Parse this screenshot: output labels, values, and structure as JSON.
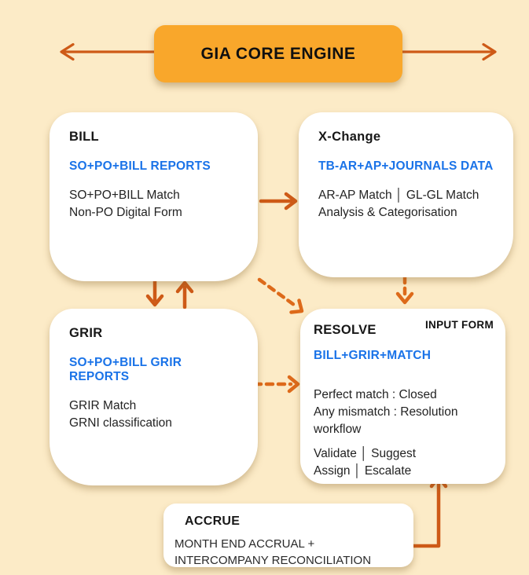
{
  "header": {
    "title": "GIA CORE ENGINE"
  },
  "boxes": {
    "bill": {
      "title": "BILL",
      "subtitle": "SO+PO+BILL REPORTS",
      "lines": [
        "SO+PO+BILL Match",
        "Non-PO Digital Form"
      ]
    },
    "xchange": {
      "title": "X-Change",
      "subtitle": "TB-AR+AP+JOURNALS DATA",
      "lines": [
        "AR-AP Match │ GL-GL Match",
        "Analysis & Categorisation"
      ]
    },
    "grir": {
      "title": "GRIR",
      "subtitle": "SO+PO+BILL GRIR REPORTS",
      "lines": [
        "GRIR Match",
        "GRNI classification"
      ]
    },
    "resolve": {
      "badge": "INPUT FORM",
      "title": "RESOLVE",
      "subtitle": "BILL+GRIR+MATCH",
      "lines": [
        "Perfect match : Closed",
        "Any mismatch : Resolution workflow"
      ],
      "lines2": [
        "Validate │ Suggest",
        "Assign │ Escalate"
      ]
    },
    "accrue": {
      "title": "ACCRUE",
      "lines": [
        "MONTH END ACCRUAL + INTERCOMPANY RECONCILIATION"
      ]
    }
  },
  "colors": {
    "background": "#FCEBC7",
    "card": "#FFFFFF",
    "accent_orange": "#F9A72B",
    "arrow_solid": "#CE5A17",
    "arrow_dashed": "#DD6A1A",
    "subtitle_blue": "#1A73E8",
    "text": "#232323"
  }
}
